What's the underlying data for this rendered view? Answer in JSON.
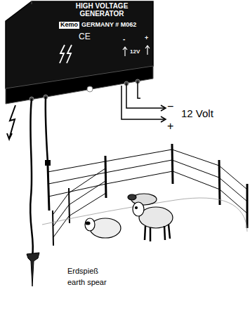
{
  "diagram": {
    "nodes": [
      {
        "text": [
          "HIGH VOLTAGE GENERATOR",
          "Kemo",
          "GERMANY # M062",
          "CE",
          "-",
          "12V",
          "+"
        ]
      }
    ],
    "labels": [
      "12 Volt",
      "−",
      "+",
      "Erdspieß",
      "earth spear"
    ]
  }
}
